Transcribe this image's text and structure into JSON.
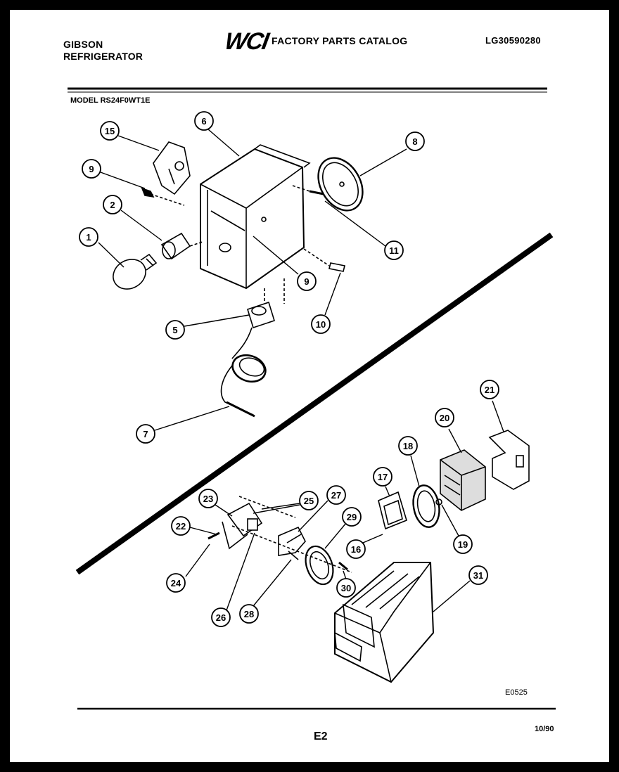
{
  "header": {
    "brand_line1": "GIBSON",
    "brand_line2": "REFRIGERATOR",
    "logo_text": "WCI",
    "catalog_title": "FACTORY PARTS CATALOG",
    "catalog_number": "LG30590280"
  },
  "model_label": "MODEL RS24F0WT1E",
  "callouts": [
    "15",
    "6",
    "8",
    "9",
    "2",
    "1",
    "11",
    "9",
    "10",
    "5",
    "7",
    "21",
    "20",
    "18",
    "17",
    "23",
    "25",
    "27",
    "22",
    "29",
    "16",
    "19",
    "24",
    "30",
    "31",
    "26",
    "28"
  ],
  "footer": {
    "figure_code": "E0525",
    "page_code": "E2",
    "date_code": "10/90"
  }
}
